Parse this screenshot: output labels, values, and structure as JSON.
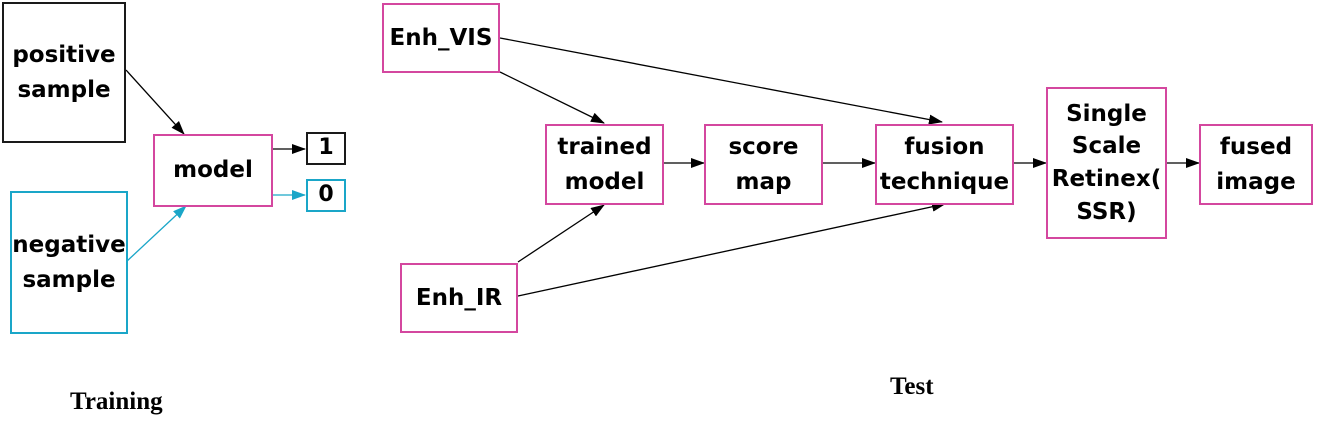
{
  "colors": {
    "black_box": "#1a1a1a",
    "cyan_box": "#1aa6c8",
    "pink_box": "#d4479f",
    "arrow": "#000000",
    "cyan_arrow": "#1aa6c8"
  },
  "training": {
    "caption": "Training",
    "positive_sample": "positive\nsample",
    "negative_sample": "negative\nsample",
    "model": "model",
    "output_positive": "1",
    "output_negative": "0"
  },
  "test": {
    "caption": "Test",
    "enh_vis": "Enh_VIS",
    "enh_ir": "Enh_IR",
    "trained_model": "trained\nmodel",
    "score_map": "score\nmap",
    "fusion_technique": "fusion\ntechnique",
    "ssr": "Single\nScale\nRetinex(\nSSR)",
    "fused_image": "fused\nimage"
  }
}
